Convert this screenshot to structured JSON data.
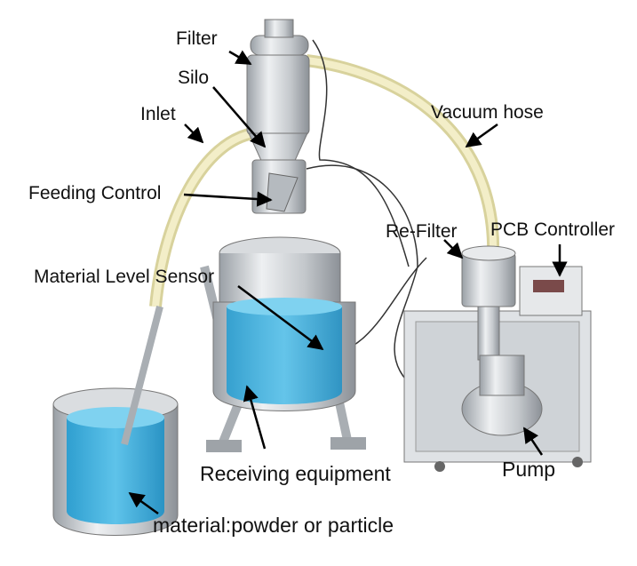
{
  "labels": {
    "filter": "Filter",
    "silo": "Silo",
    "inlet": "Inlet",
    "vacuum_hose": "Vacuum hose",
    "feeding_control": "Feeding Control",
    "re_filter": "Re-Filter",
    "pcb_controller": "PCB Controller",
    "material_level_sensor": "Material Level Sensor",
    "receiving_equipment": "Receiving equipment",
    "pump": "Pump",
    "material": "material:powder or particle"
  },
  "colors": {
    "steel": "#c9ccd0",
    "steel_dark": "#8d9297",
    "hose": "#ece6b8",
    "liquid": "#3ba9d6",
    "liquid_light": "#69c8ea",
    "arrow": "#000000"
  }
}
